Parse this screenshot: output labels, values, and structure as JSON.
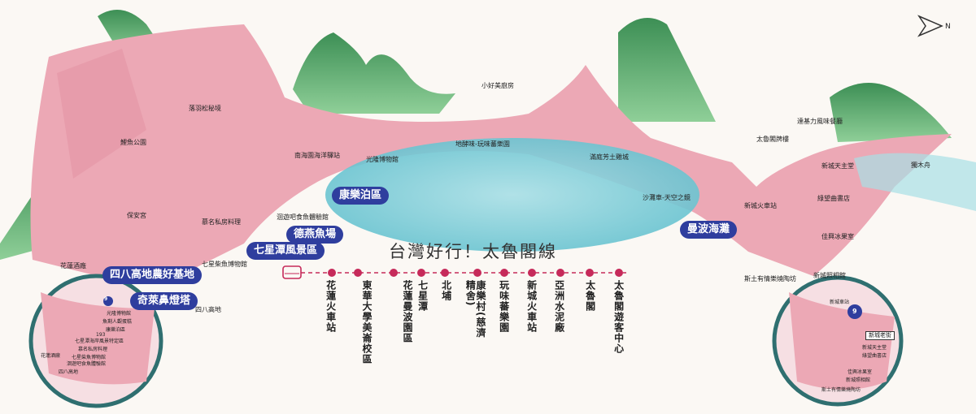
{
  "route": {
    "title": "台灣好行！太魯閣線",
    "stops": [
      "花蓮火車站",
      "東華大學美崙校區",
      "花蓮曼波園區",
      "七星潭",
      "北埔",
      "康樂村(慈濟精舍)",
      "玩味蕃樂園",
      "新城火車站",
      "亞洲水泥廠",
      "太魯閣",
      "太魯閣遊客中心"
    ]
  },
  "map": {
    "compass": "N",
    "areas": [
      "康樂泊區",
      "德燕魚場",
      "七星潭風景區",
      "四八高地農好基地",
      "奇萊鼻燈塔",
      "曼波海灘"
    ],
    "attractions": [
      "小好美廚房",
      "落羽松秘境",
      "鯉魚公園",
      "南海園海洋驛站",
      "光隆博物館",
      "地酵味-玩味蕃樂園",
      "滿庭芳土雞城",
      "保安宮",
      "慕名私房料理",
      "洄遊吧食魚體驗館",
      "花蓮酒廠",
      "七星柴魚博物館",
      "四八高地",
      "沙灘車-天空之鏡",
      "新城火車站",
      "太魯閣牌樓",
      "達基力風味餐廳",
      "新城天主堂",
      "獨木舟",
      "綠望曲書店",
      "佳興冰果室",
      "新城照相館",
      "斯土有情樂燒陶坊"
    ]
  },
  "inset_left": {
    "road_number": "9",
    "road_193": "193",
    "labels": [
      "光隆博物館",
      "魚剩人觀蛋糕",
      "康樂泊區",
      "七星潭海岸風景特定區",
      "慕名私房料理",
      "花蓮酒廠",
      "七星柴魚博物館",
      "洄遊吧食魚體驗館",
      "四八高地"
    ]
  },
  "inset_right": {
    "road_number": "9",
    "labels": [
      "新城車站",
      "新城老街",
      "新城天主堂",
      "綠望曲書店",
      "佳興冰果室",
      "新城照相館",
      "斯土有情樂燒陶坊"
    ]
  },
  "colors": {
    "land": "#eca8b5",
    "land_dark": "#de8a9a",
    "sea": "#8fd3de",
    "mountain": "#4fa36a",
    "label_bg": "#2f3e9e",
    "route_dot": "#c62a5a"
  }
}
